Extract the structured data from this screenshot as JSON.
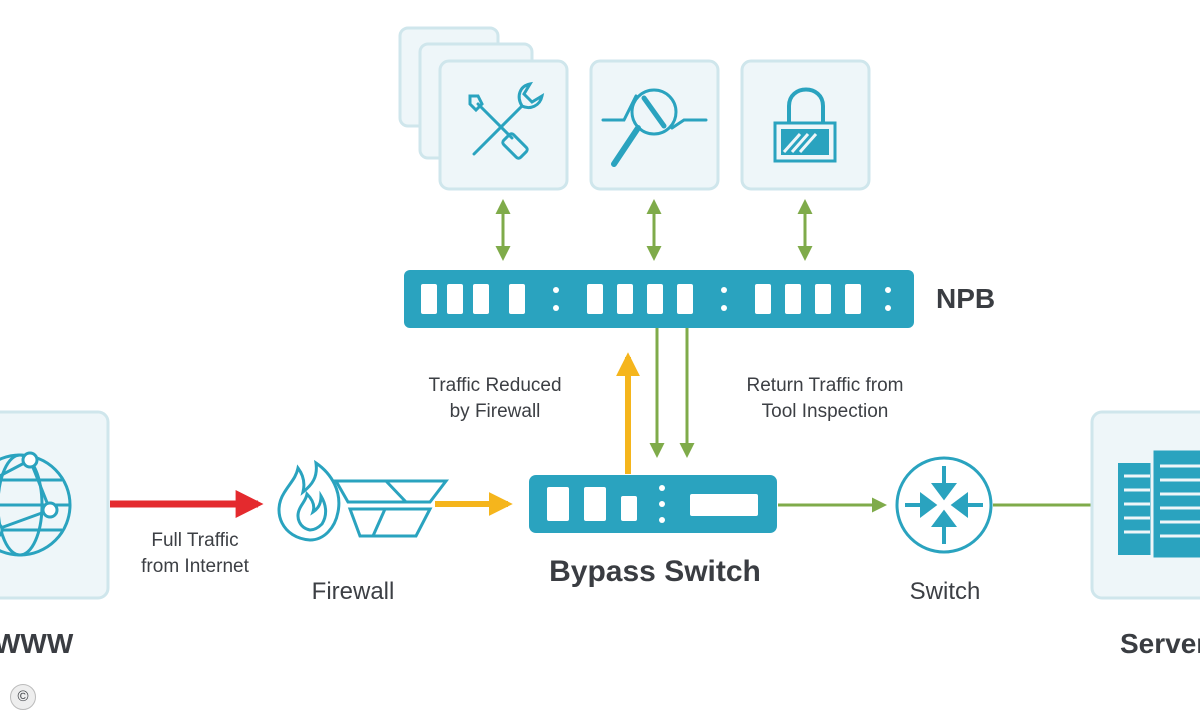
{
  "labels": {
    "www": "WWW",
    "full_traffic": "Full Traffic",
    "from_internet": "from Internet",
    "firewall": "Firewall",
    "bypass_switch": "Bypass Switch",
    "switch": "Switch",
    "server": "Server",
    "npb": "NPB",
    "traffic_reduced_1": "Traffic Reduced",
    "traffic_reduced_2": "by Firewall",
    "return_traffic_1": "Return Traffic from",
    "return_traffic_2": "Tool Inspection",
    "copyright": "©"
  },
  "colors": {
    "teal": "#2aa3bf",
    "panel_border": "#cfe6ec",
    "panel_fill": "#eef6f9",
    "red_arrow": "#e42a2e",
    "yellow_arrow": "#f5b51c",
    "green_arrow": "#7fab4a",
    "text": "#3c3f44"
  },
  "icons": {
    "www": "globe-network-icon",
    "firewall": "firewall-icon",
    "bypass_switch": "bypass-switch-device-icon",
    "switch": "switch-router-icon",
    "server": "server-icon",
    "tool_1": "wrench-screwdriver-icon",
    "tool_2": "magnifier-analyzer-icon",
    "tool_3": "lock-icon",
    "npb": "network-packet-broker-icon"
  }
}
